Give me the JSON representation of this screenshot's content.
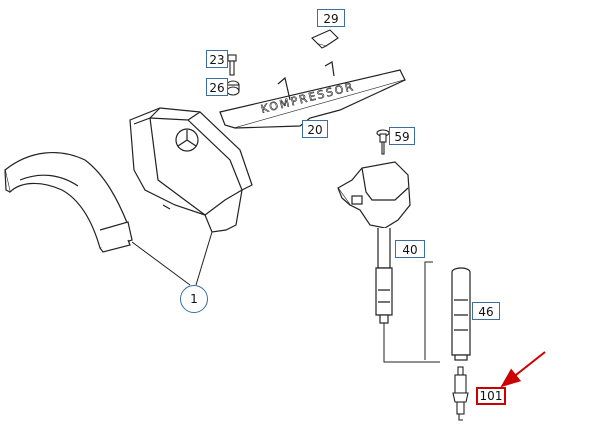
{
  "diagram": {
    "callouts": [
      {
        "id": "c29",
        "label": "29"
      },
      {
        "id": "c23",
        "label": "23"
      },
      {
        "id": "c26",
        "label": "26"
      },
      {
        "id": "c20",
        "label": "20"
      },
      {
        "id": "c59",
        "label": "59"
      },
      {
        "id": "c40",
        "label": "40"
      },
      {
        "id": "c46",
        "label": "46"
      },
      {
        "id": "c101",
        "label": "101",
        "highlighted": true
      },
      {
        "id": "c1",
        "label": "1"
      }
    ],
    "engraving_text": "KOMPRESSOR",
    "colors": {
      "line": "#222222",
      "callout_border": "#3a6ea5",
      "highlight": "#cc0000",
      "fill": "#ffffff"
    }
  }
}
